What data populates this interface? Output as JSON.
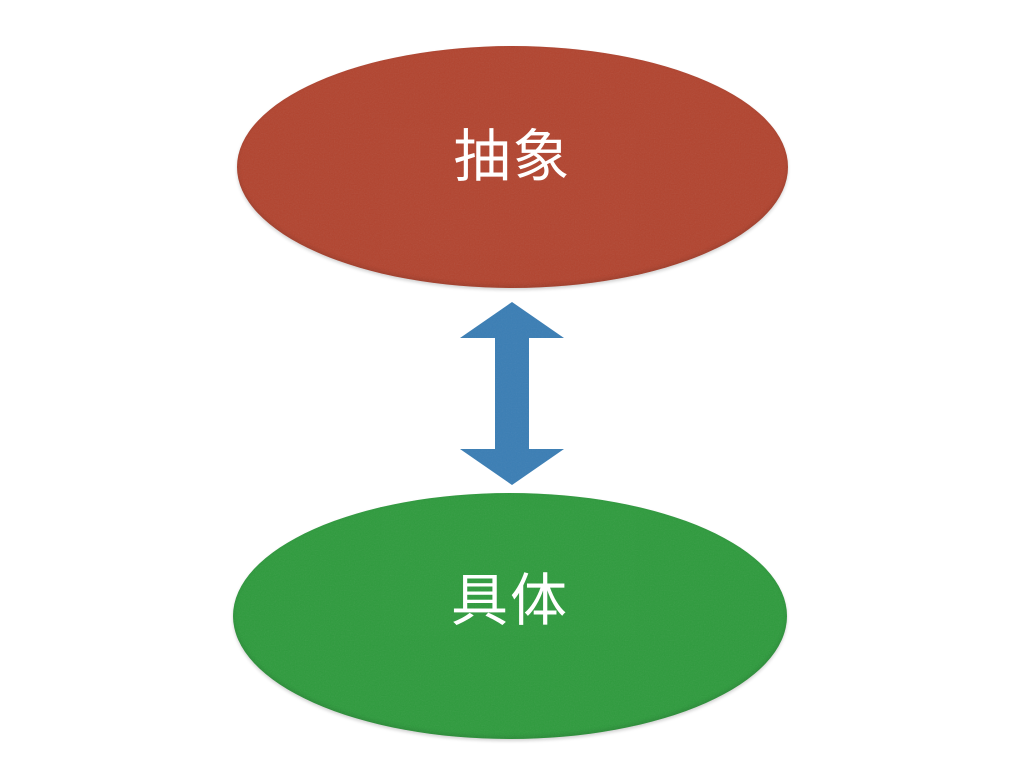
{
  "slide": {
    "background_color": "#ffffff",
    "nodes": {
      "abstract": {
        "label": "抽象",
        "fill_color": "#b2442f",
        "text_color": "#ffffff"
      },
      "concrete": {
        "label": "具体",
        "fill_color": "#2e9b3d",
        "text_color": "#ffffff"
      }
    },
    "connector": {
      "type": "double-headed-vertical-arrow",
      "fill_color": "#3b7eb5"
    }
  }
}
